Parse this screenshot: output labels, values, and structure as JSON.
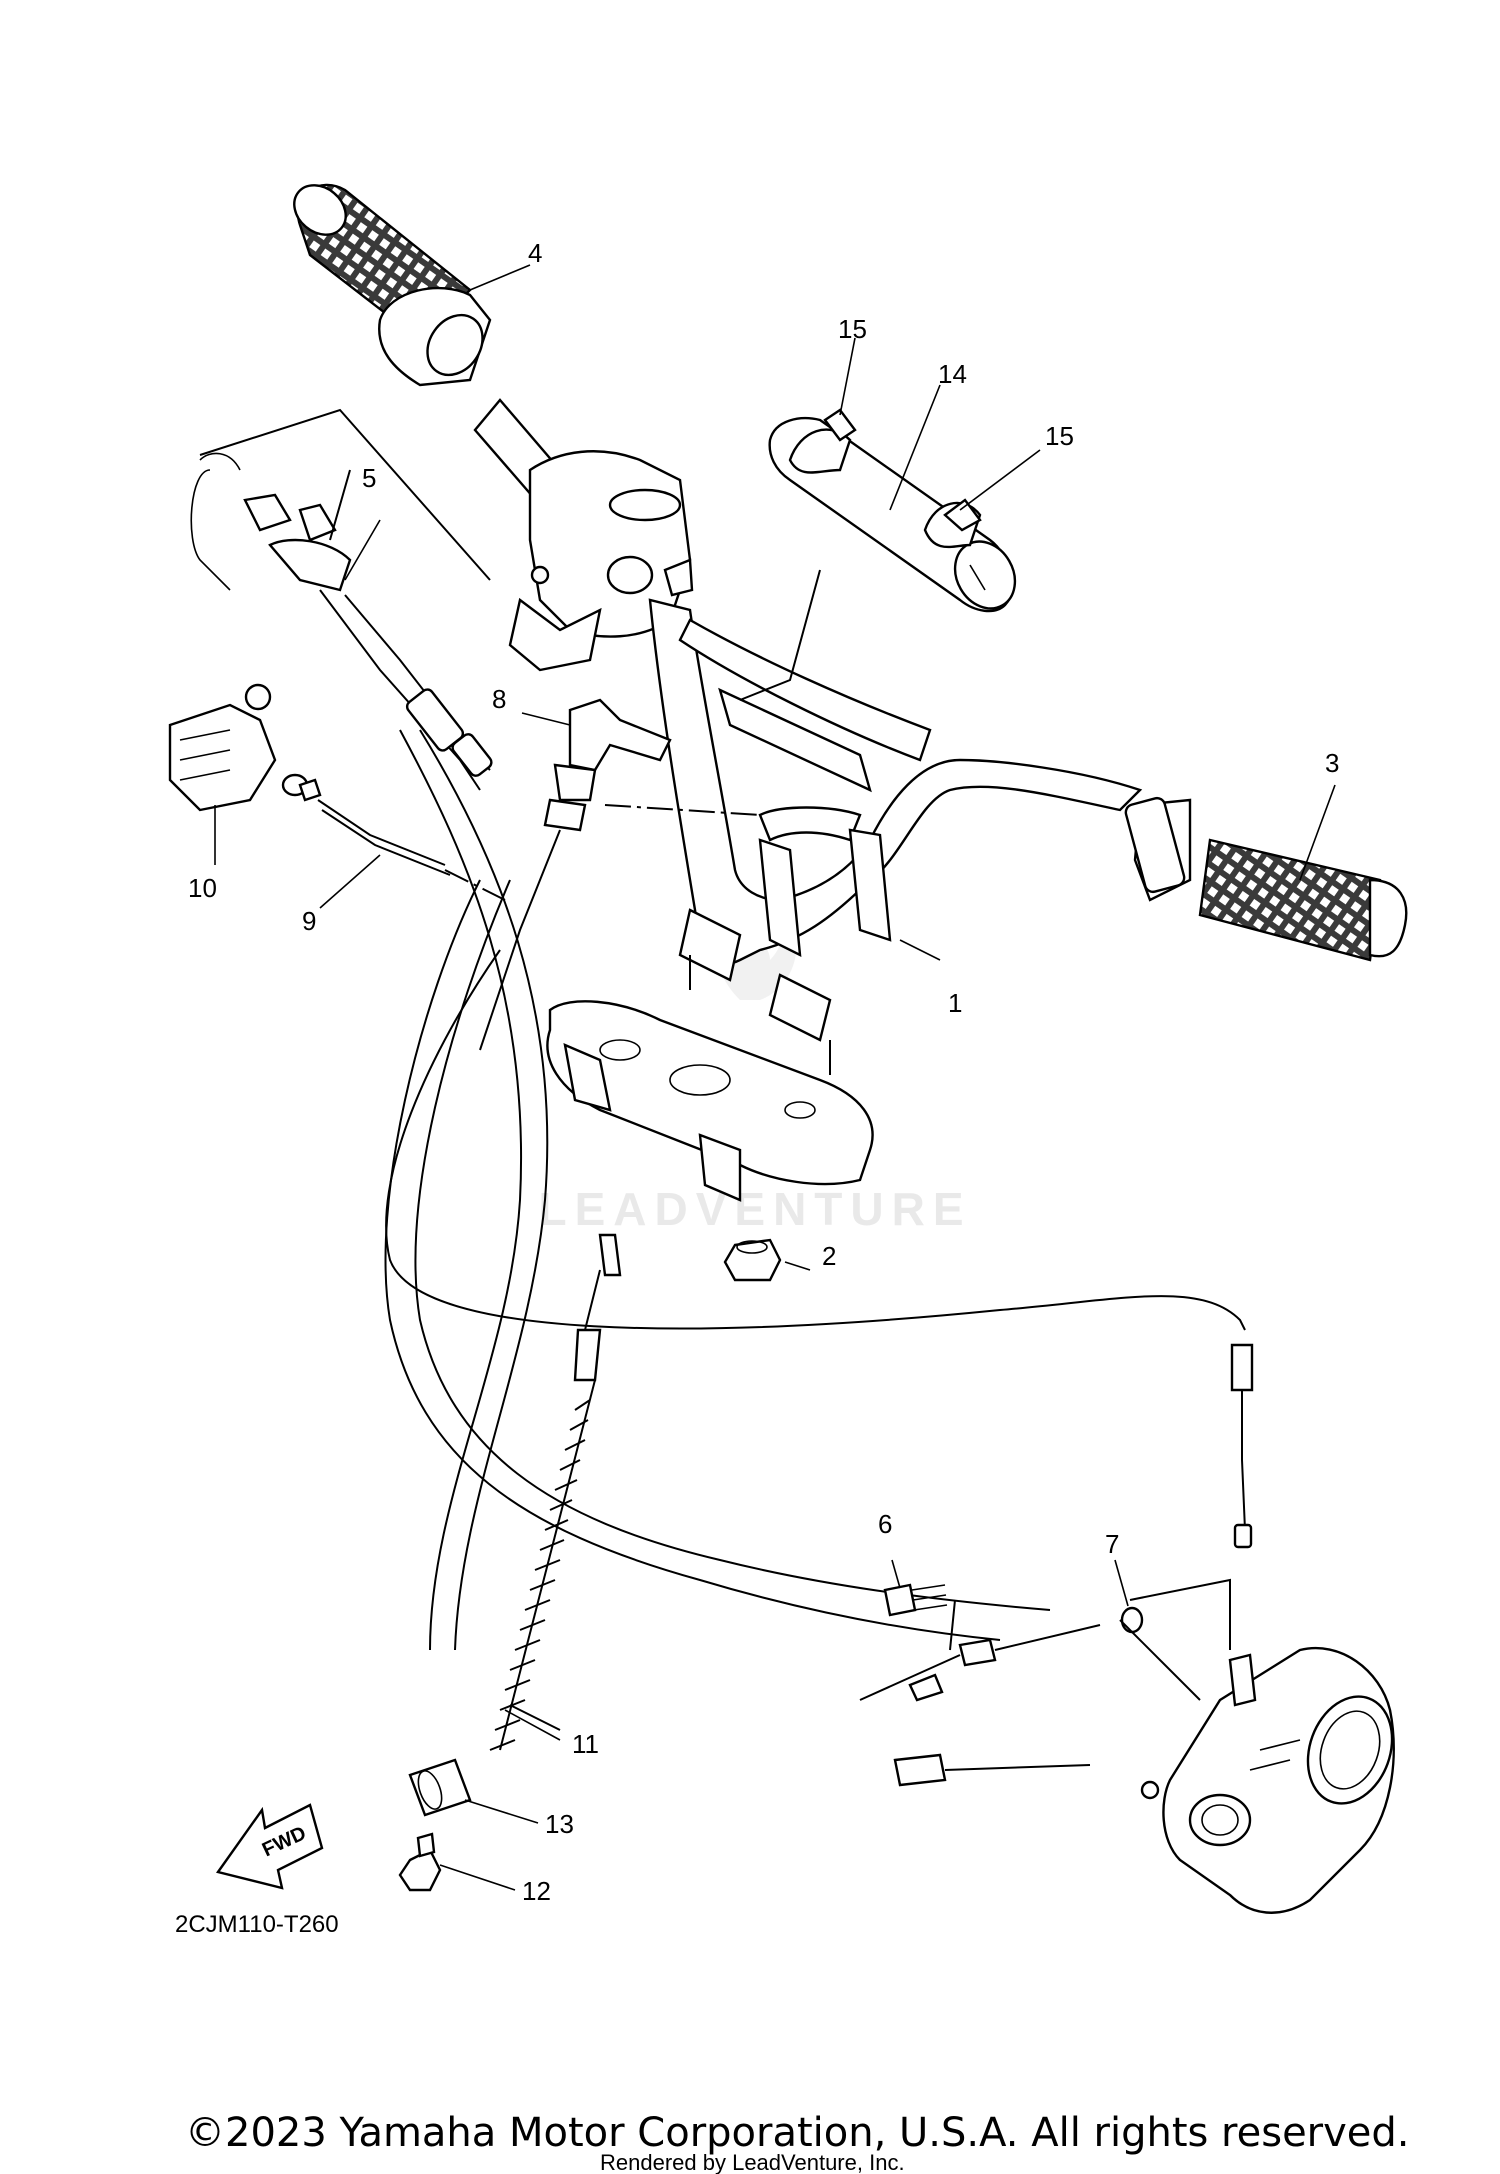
{
  "diagram": {
    "part_code": "2CJM110-T260",
    "watermark": "LEADVENTURE",
    "copyright": "©2023 Yamaha Motor Corporation, U.S.A. All rights reserved.",
    "rendered_by": "Rendered by LeadVenture, Inc.",
    "fwd_label": "FWD",
    "callouts": [
      "1",
      "2",
      "3",
      "4",
      "5",
      "6",
      "7",
      "8",
      "9",
      "10",
      "11",
      "12",
      "13",
      "14",
      "15",
      "15"
    ]
  }
}
